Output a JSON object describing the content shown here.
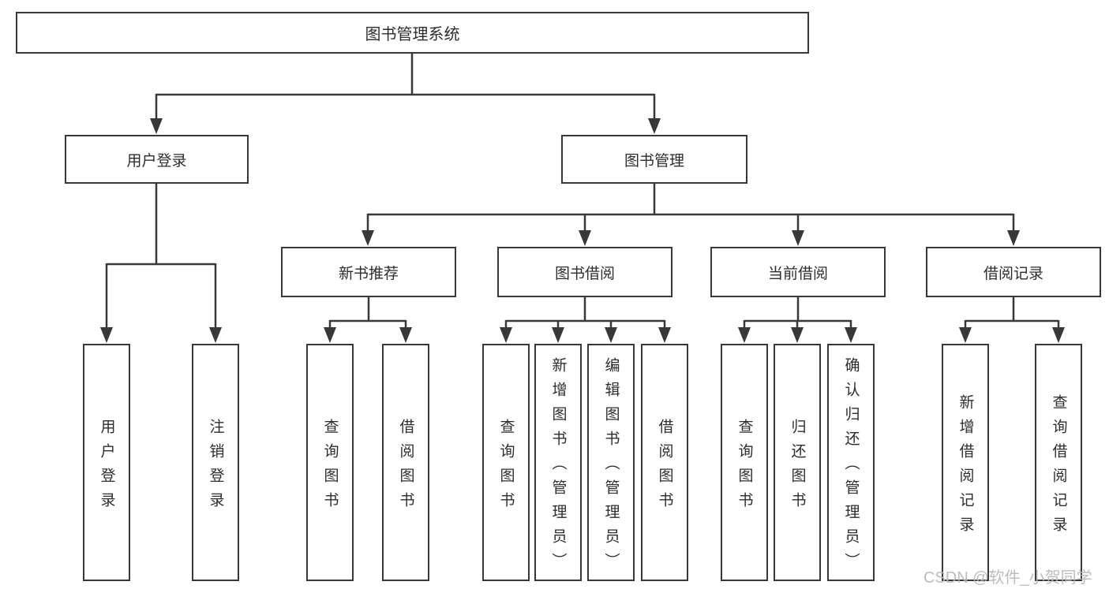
{
  "diagram": {
    "root": {
      "label": "图书管理系统"
    },
    "branches": [
      {
        "label": "用户登录",
        "children": [
          {
            "label": "用户登录"
          },
          {
            "label": "注销登录"
          }
        ]
      },
      {
        "label": "图书管理",
        "children": [
          {
            "label": "新书推荐",
            "children": [
              {
                "label": "查询图书"
              },
              {
                "label": "借阅图书"
              }
            ]
          },
          {
            "label": "图书借阅",
            "children": [
              {
                "label": "查询图书"
              },
              {
                "label": "新增图书（管理员）"
              },
              {
                "label": "编辑图书（管理员）"
              },
              {
                "label": "借阅图书"
              }
            ]
          },
          {
            "label": "当前借阅",
            "children": [
              {
                "label": "查询图书"
              },
              {
                "label": "归还图书"
              },
              {
                "label": "确认归还（管理员）"
              }
            ]
          },
          {
            "label": "借阅记录",
            "children": [
              {
                "label": "新增借阅记录"
              },
              {
                "label": "查询借阅记录"
              }
            ]
          }
        ]
      }
    ],
    "watermark": "CSDN @软件_小贺同学",
    "colors": {
      "line": "#383838",
      "box_border": "#383838",
      "text": "#2d2d2d",
      "background": "#ffffff",
      "watermark": "#b6b6b6"
    }
  }
}
